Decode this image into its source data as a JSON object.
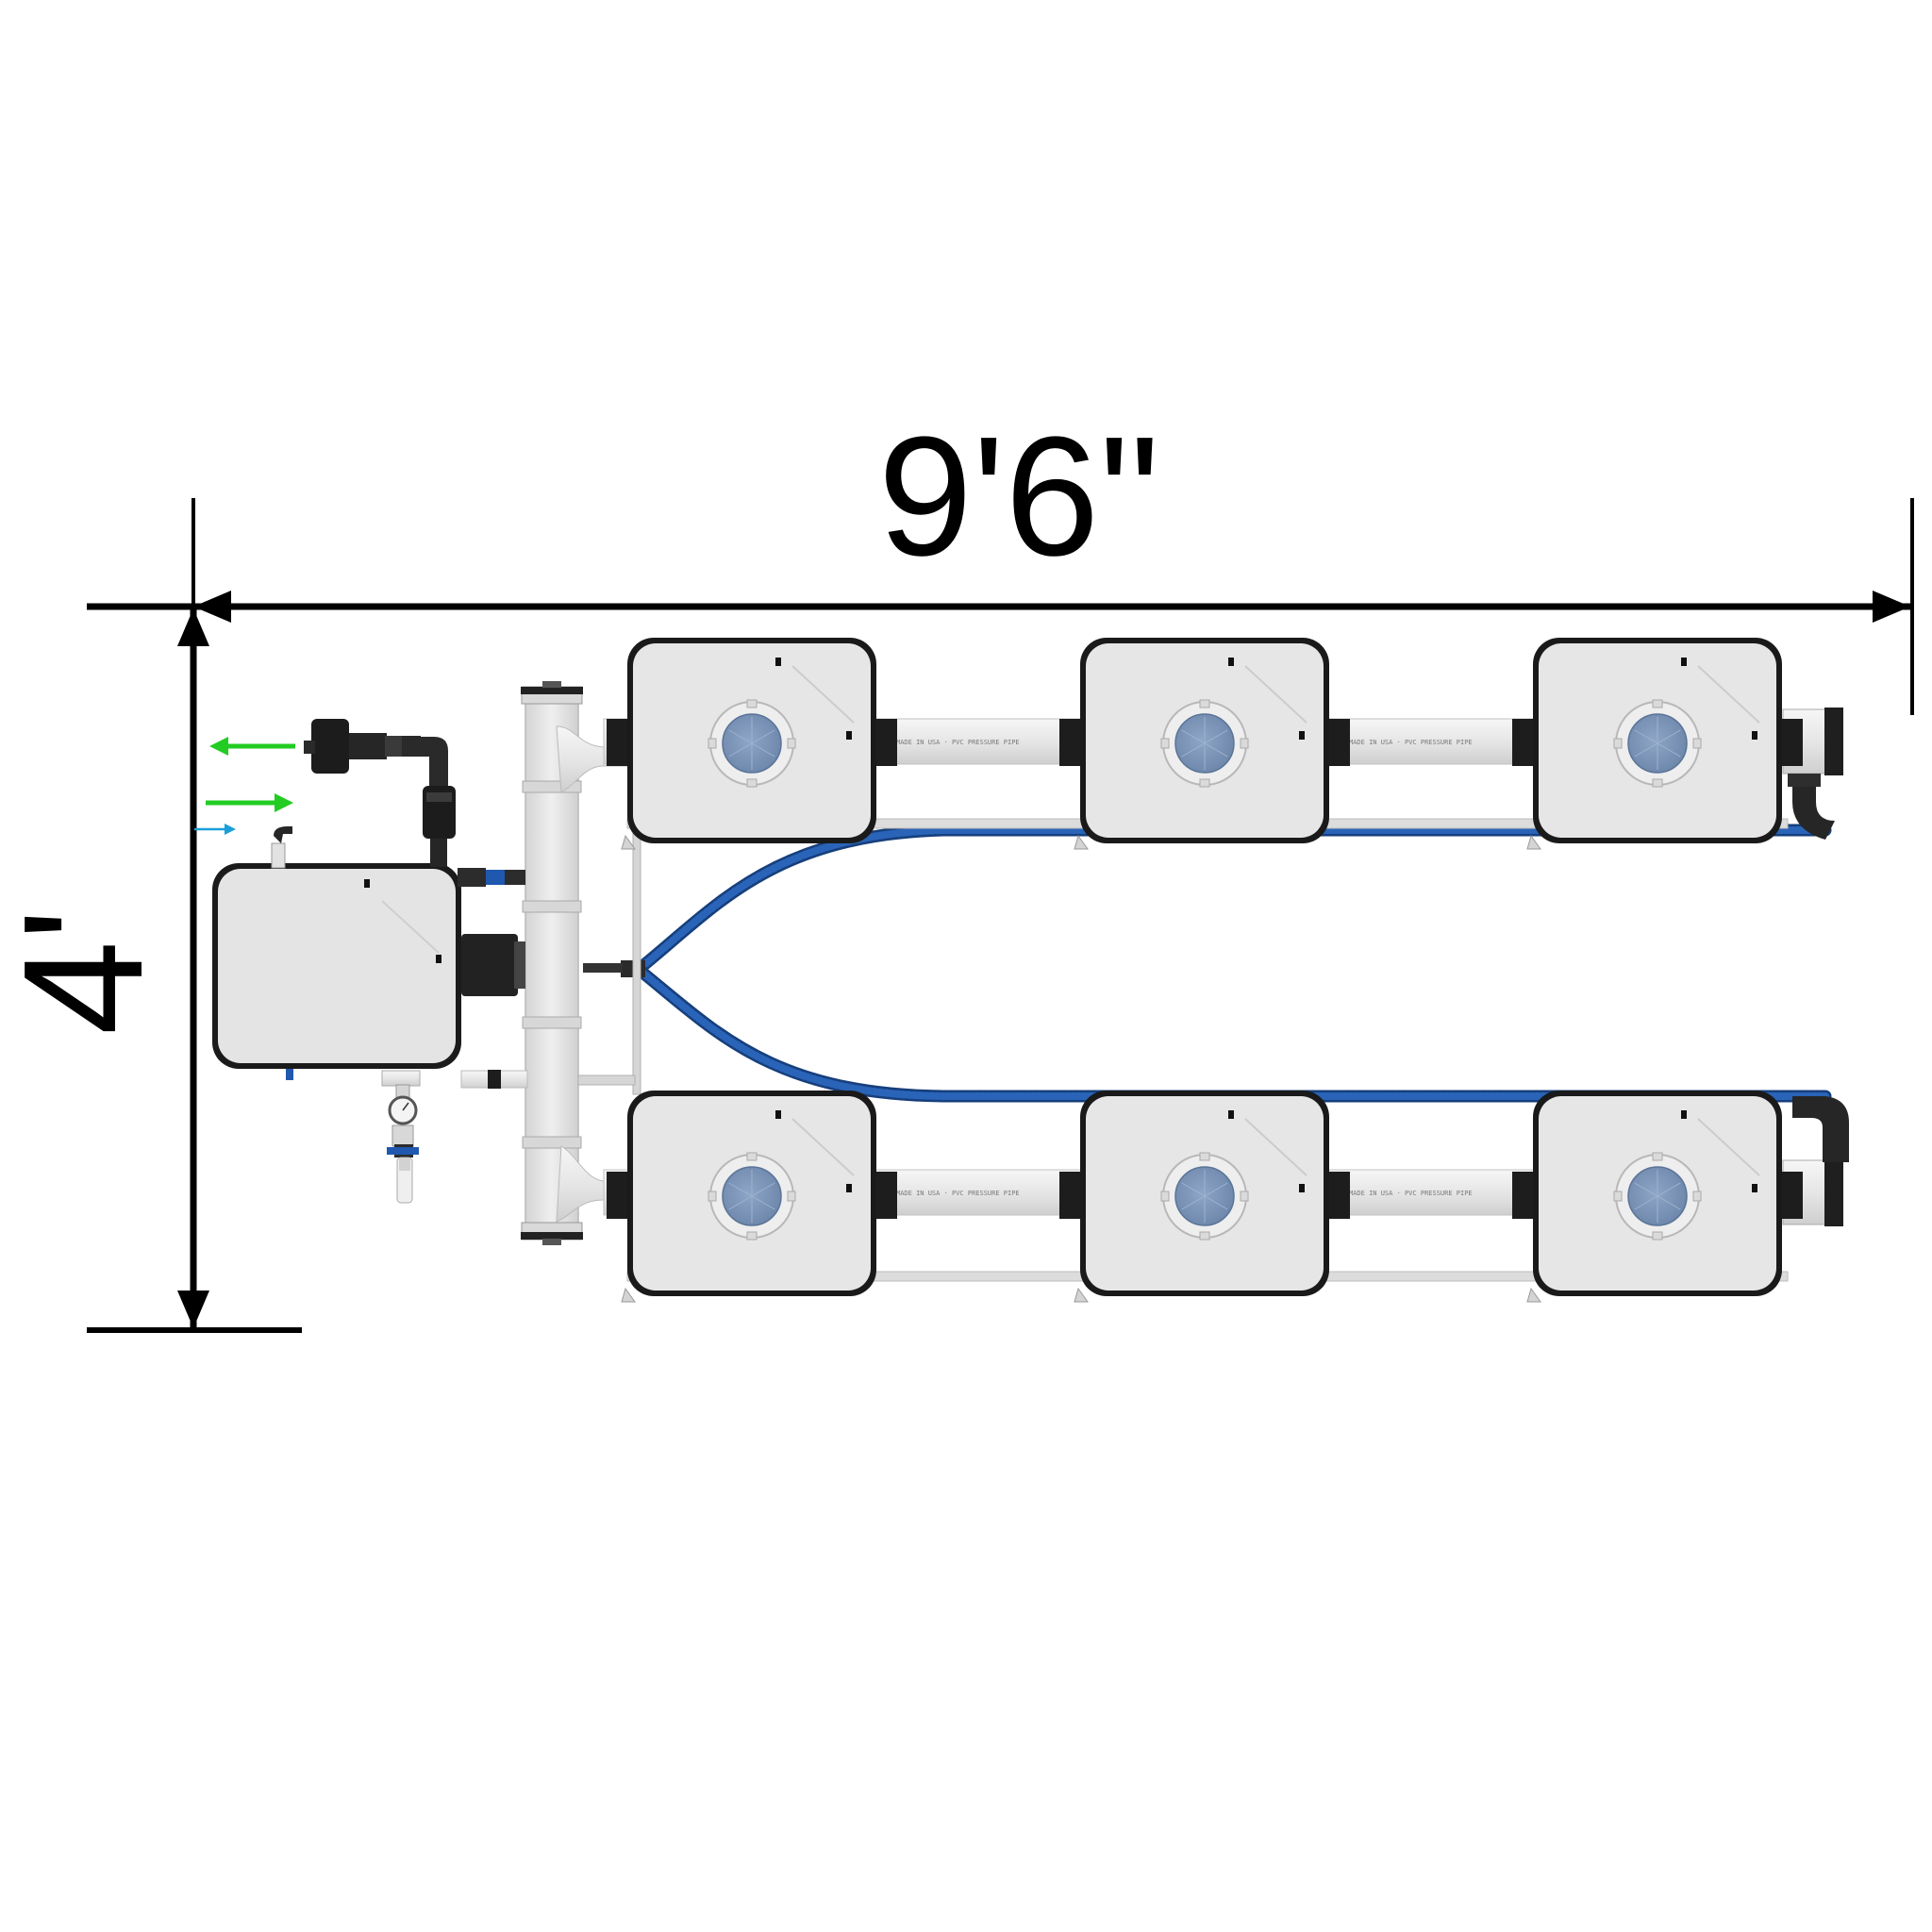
{
  "dimensions": {
    "width_label": "9'6\"",
    "height_label": "4'"
  },
  "pipe_markings": {
    "text": "MADE IN USA · PVC PRESSURE PIPE"
  },
  "layout": {
    "top_row_sites": 3,
    "bottom_row_sites": 3,
    "controller_buckets": 1
  },
  "colors": {
    "outline": "#1a1a1a",
    "bucket_fill": "#e6e6e6",
    "lid_fill": "#7e98bb",
    "hose": "#1e4f9c",
    "pipe": "#e9e9e9",
    "flow_arrow_green": "#22cc22",
    "flow_arrow_blue": "#1a9fd8"
  }
}
